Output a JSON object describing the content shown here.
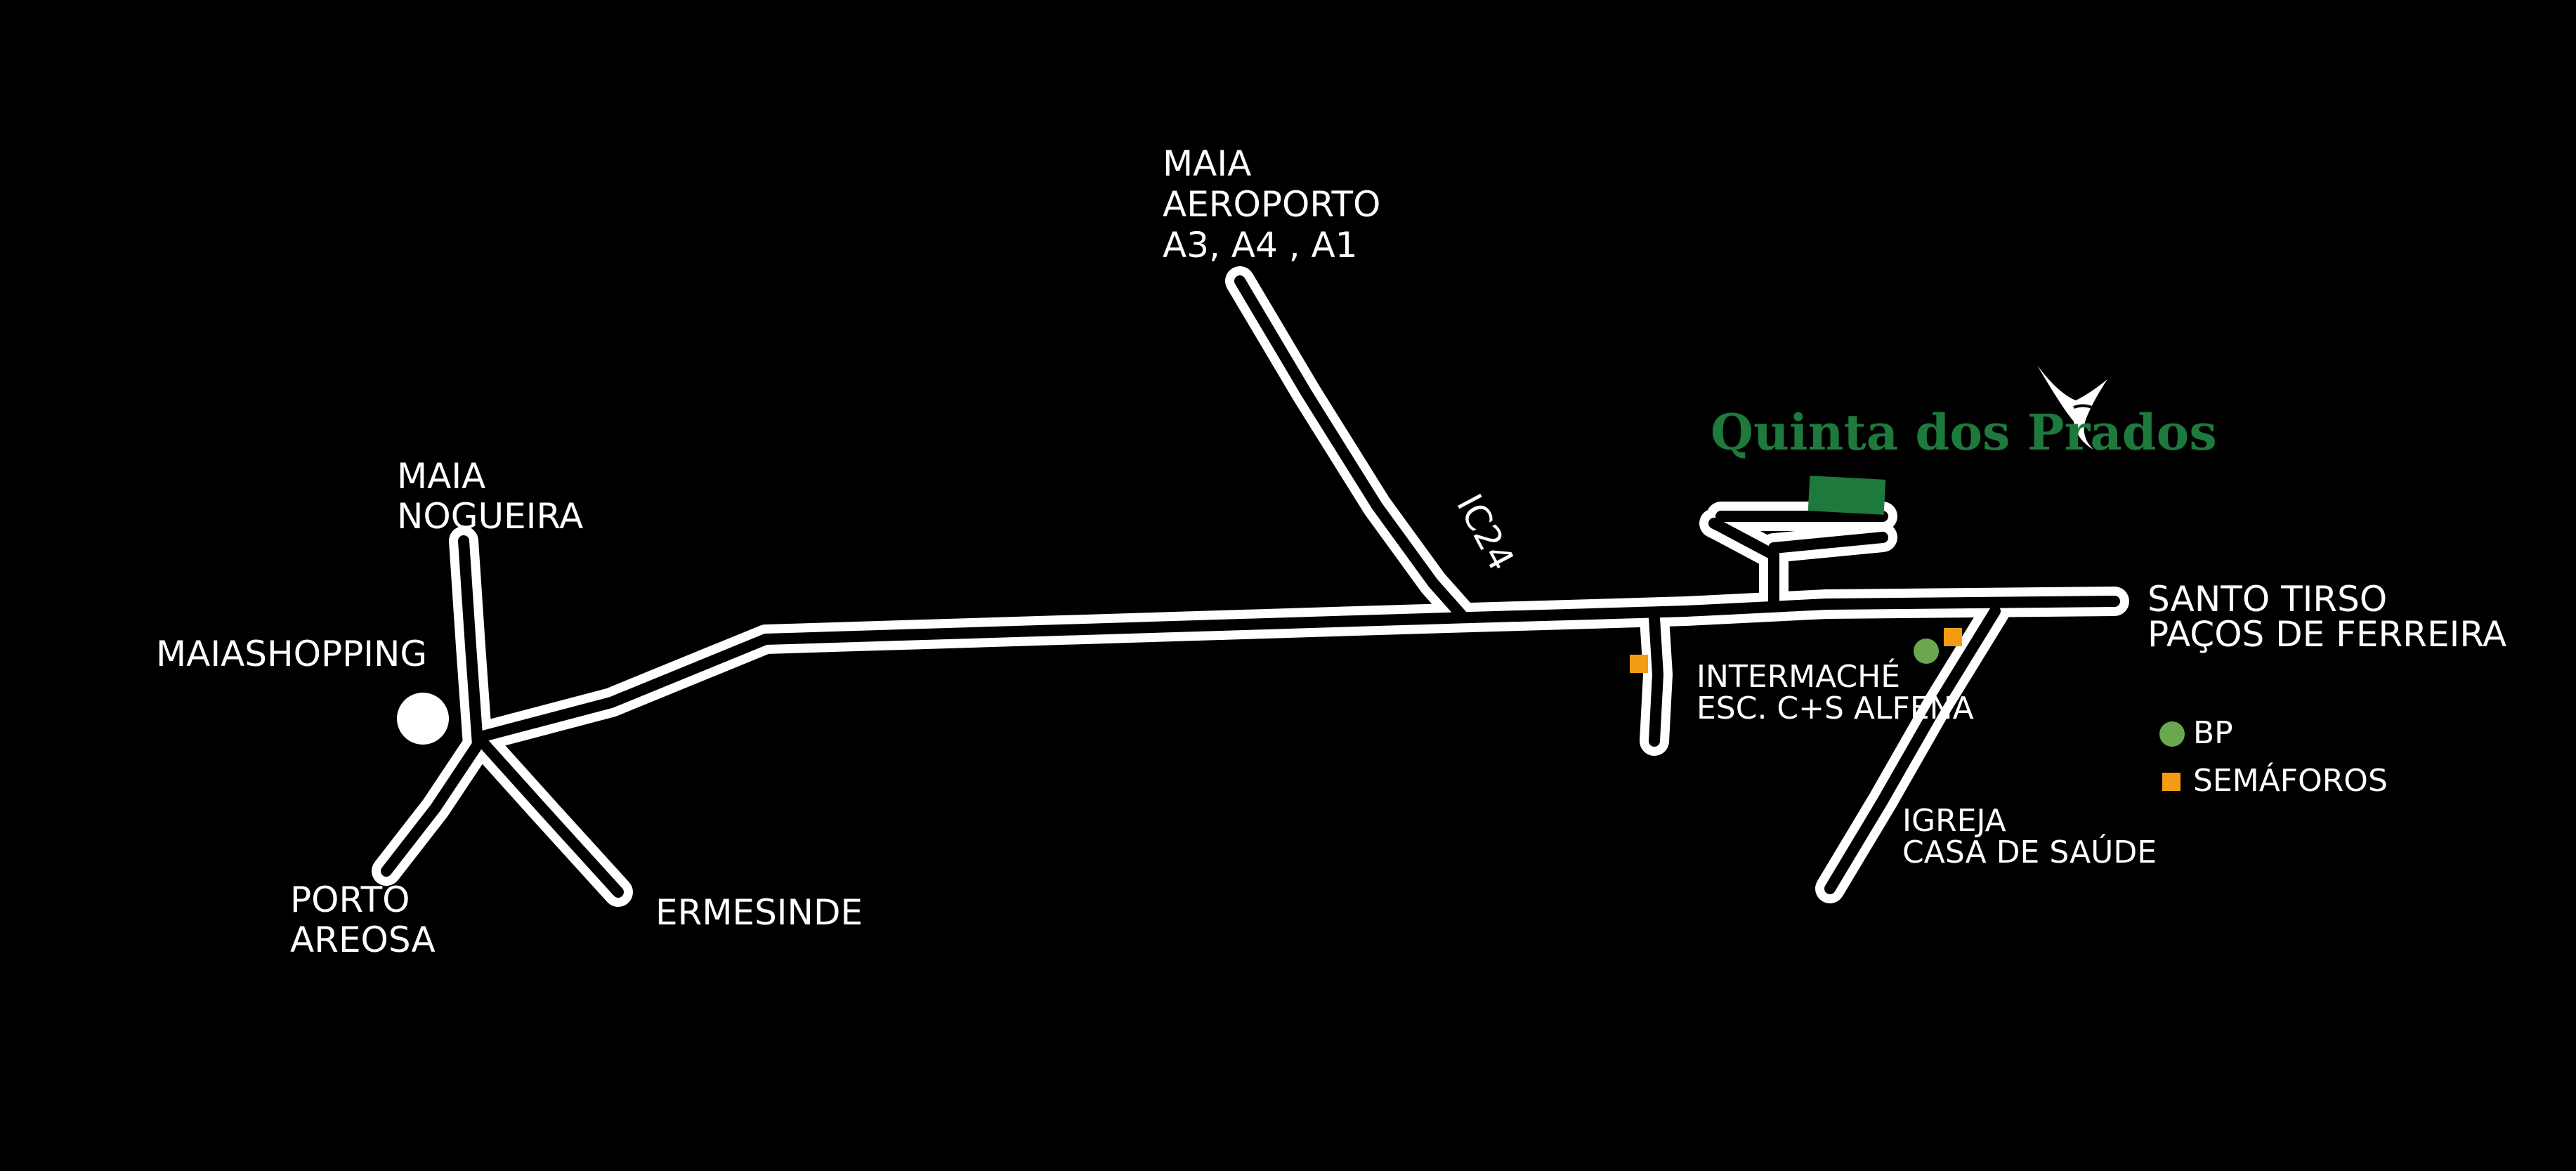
{
  "map": {
    "labels": {
      "maia_aeroporto": [
        "MAIA",
        "AEROPORTO",
        "A3, A4 , A1"
      ],
      "maia_nogueira": [
        "MAIA",
        "NOGUEIRA"
      ],
      "maiashopping": "MAIASHOPPING",
      "porto_areosa": [
        "PORTO",
        "AREOSA"
      ],
      "ermesinde": "ERMESINDE",
      "ic24": "IC24",
      "santo_tirso": [
        "SANTO TIRSO",
        "PAÇOS DE FERREIRA"
      ],
      "intermache": [
        "INTERMACHÉ",
        "ESC. C+S ALFENA"
      ],
      "igreja": [
        "IGREJA",
        "CASA DE SAÚDE"
      ]
    },
    "destination": {
      "name": "Quinta dos Prados",
      "color": "#1e7a3c"
    },
    "legend": {
      "bp": "BP",
      "semaforos": "SEMÁFOROS"
    },
    "colors": {
      "background": "#000000",
      "road": "#ffffff",
      "bp_marker": "#6aa84f",
      "traffic_light_marker": "#f39c12"
    },
    "icons": {
      "logo": "bird-icon",
      "shopping": "maiashopping-marker",
      "bp": "bp-marker",
      "traffic_light": "traffic-light-marker"
    }
  }
}
